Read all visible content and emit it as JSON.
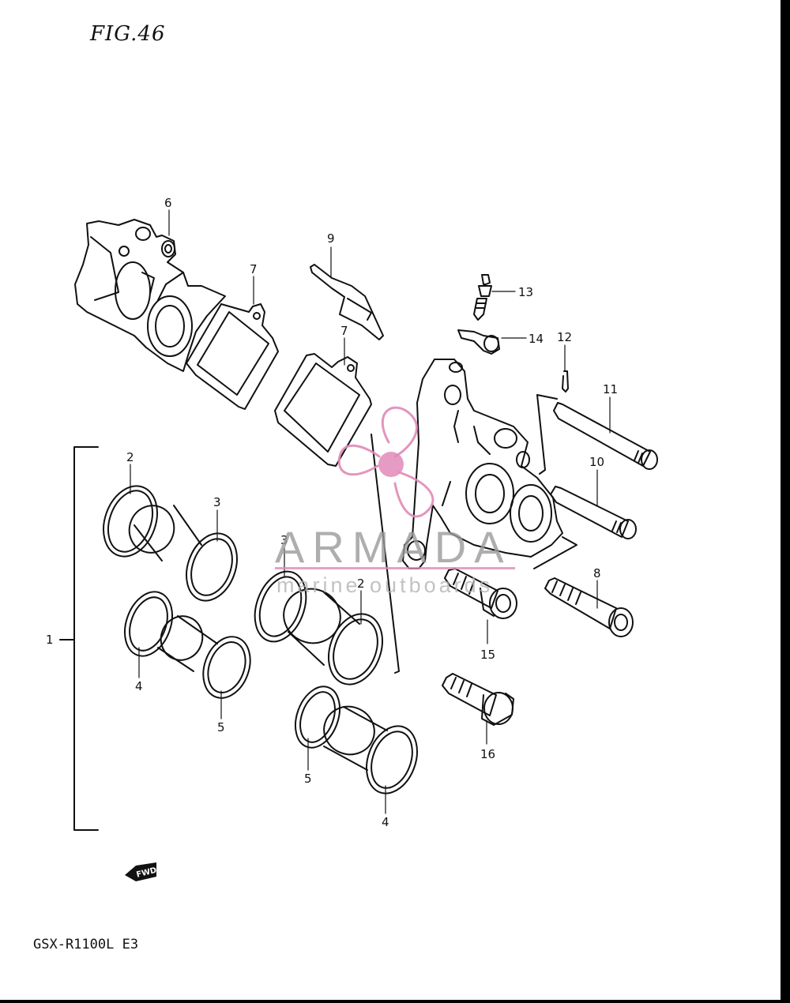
{
  "figure": {
    "title": "FIG.46",
    "model": "GSX-R1100L E3"
  },
  "callouts": [
    {
      "id": "c1",
      "label": "1"
    },
    {
      "id": "c2a",
      "label": "2"
    },
    {
      "id": "c2b",
      "label": "2"
    },
    {
      "id": "c3a",
      "label": "3"
    },
    {
      "id": "c3b",
      "label": "3"
    },
    {
      "id": "c4a",
      "label": "4"
    },
    {
      "id": "c4b",
      "label": "4"
    },
    {
      "id": "c5a",
      "label": "5"
    },
    {
      "id": "c5b",
      "label": "5"
    },
    {
      "id": "c6",
      "label": "6"
    },
    {
      "id": "c7a",
      "label": "7"
    },
    {
      "id": "c7b",
      "label": "7"
    },
    {
      "id": "c8",
      "label": "8"
    },
    {
      "id": "c9",
      "label": "9"
    },
    {
      "id": "c10",
      "label": "10"
    },
    {
      "id": "c11",
      "label": "11"
    },
    {
      "id": "c12",
      "label": "12"
    },
    {
      "id": "c13",
      "label": "13"
    },
    {
      "id": "c14",
      "label": "14"
    },
    {
      "id": "c15",
      "label": "15"
    },
    {
      "id": "c16",
      "label": "16"
    }
  ],
  "direction_badge": "FWD",
  "watermark": {
    "brand": "ARMADA",
    "tagline": "marine outboards",
    "logo_color": "#e08ab8"
  }
}
